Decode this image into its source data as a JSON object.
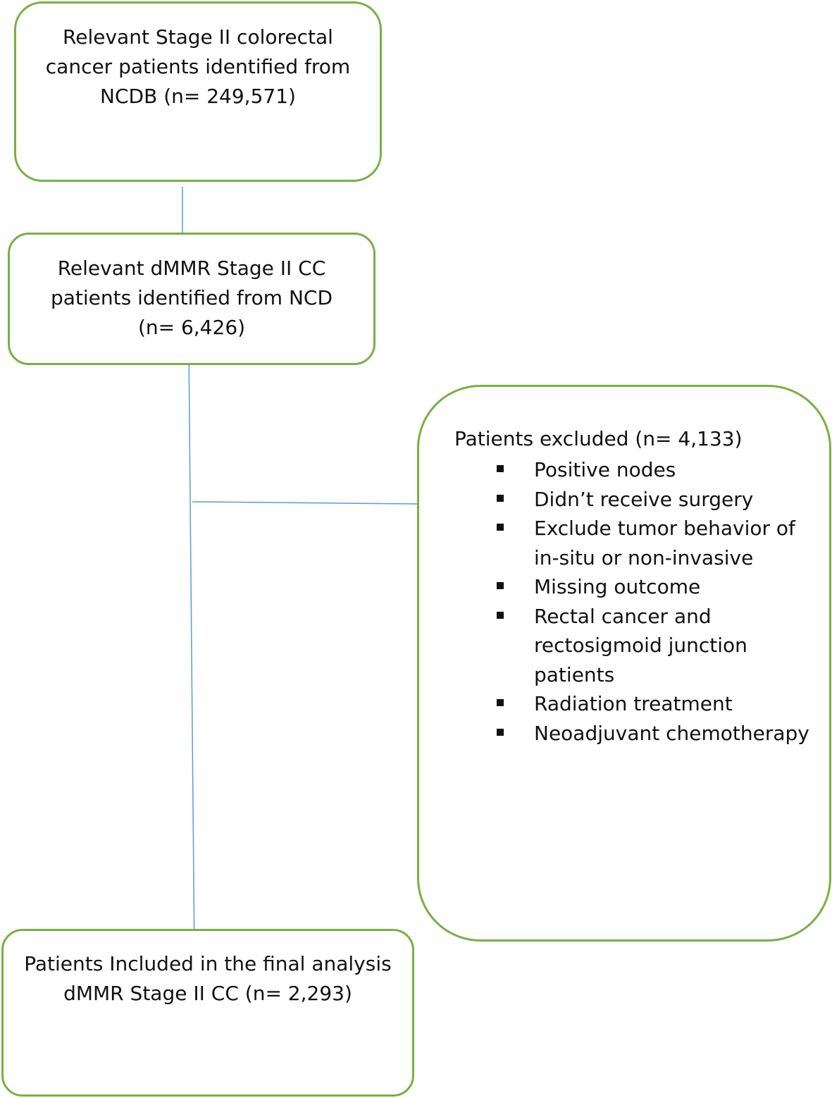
{
  "boxes": {
    "initial": {
      "lines": [
        "Relevant Stage II colorectal",
        "cancer patients identified from",
        "NCDB (n= 249,571)"
      ]
    },
    "dmmr": {
      "lines": [
        "Relevant dMMR Stage II CC",
        "patients identified from NCD",
        "(n= 6,426)"
      ]
    },
    "excluded": {
      "title": "Patients excluded (n= 4,133)",
      "items": [
        "Positive nodes",
        "Didn’t receive surgery",
        "Exclude tumor behavior of in-situ or non-invasive",
        "Missing outcome",
        "Rectal cancer and rectosigmoid junction patients",
        "Radiation treatment",
        "Neoadjuvant chemotherapy"
      ]
    },
    "final": {
      "lines": [
        "Patients Included in the final analysis",
        "dMMR Stage II CC (n= 2,293)"
      ]
    }
  },
  "colors": {
    "box_border": "#78b044",
    "connector": "#5b9bd5"
  }
}
